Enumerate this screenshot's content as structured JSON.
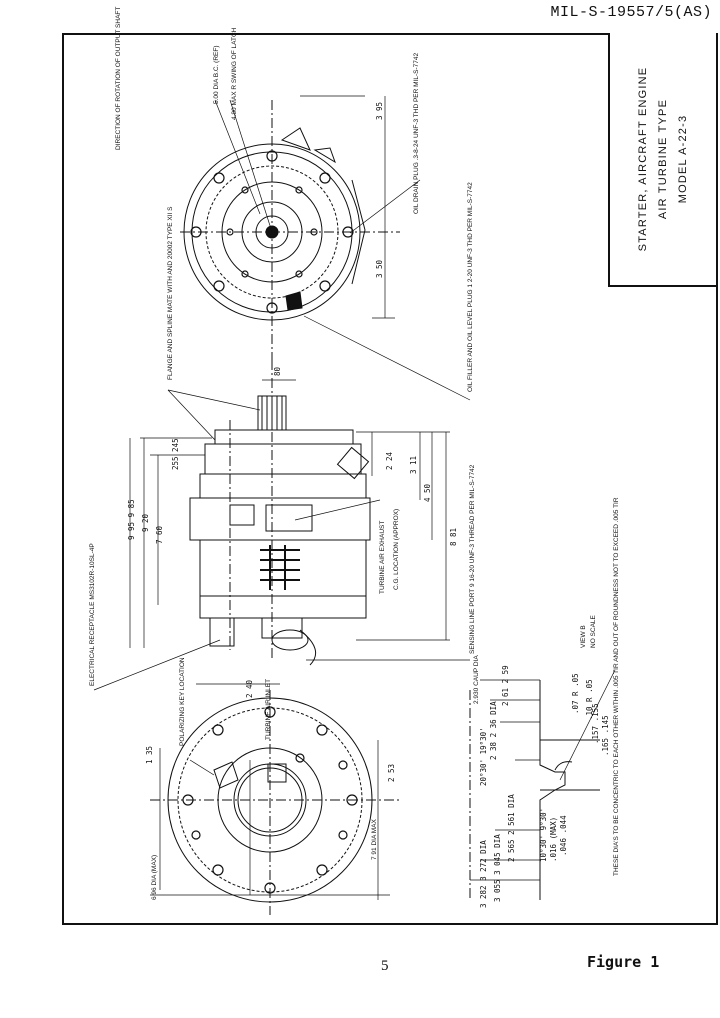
{
  "header": {
    "doc_id": "MIL-S-19557/5(AS)"
  },
  "title_block": {
    "line1": "STARTER, AIRCRAFT ENGINE",
    "line2": "AIR TURBINE TYPE",
    "line3": "MODEL A-22-3"
  },
  "callouts": {
    "rotation": "DIRECTION OF ROTATION OF OUTPUT SHAFT",
    "bc_dia": "5.00 DIA B.C. (REF)",
    "swing": "4.80 MAX R SWING OF LATCH",
    "oil_drain": "OIL DRAIN PLUG .3-8-24 UNF-3 THD PER MIL-S-7742",
    "oil_filler": "OIL FILLER AND OIL LEVEL PLUG 1 2-20 UNF-3 THD PER MIL-S-7742",
    "flange": "FLANGE AND SPLINE MATE WITH AND 20002 TYPE XII S",
    "receptacle": "ELECTRICAL RECEPTACLE MS3102R-10SL-4P",
    "exhaust": "TURBINE AIR EXHAUST",
    "cg": "C.G. LOCATION (APPROX)",
    "sensing": "SENSING LINE PORT 9 16-20 UNF-3 THREAD PER MIL-S-7742",
    "polarizing": "POLARIZING KEY LOCATION",
    "inlet": "TURBINE AIR INLET",
    "view": "VIEW B",
    "no_scale": "NO SCALE",
    "concentric": "THESE DIA'S TO BE CONCENTRIC TO EACH OTHER WITHIN .005 TIR AND OUT OF ROUNDNESS NOT TO EXCEED .005 TIR",
    "dia_max_left": "6 96 DIA (MAX)",
    "dia_max_bottom": "7 91 DIA MAX",
    "caup": "2.930 CAUP DIA"
  },
  "dims": {
    "d395": "3 95",
    "d350": "3 50",
    "d80": "80",
    "d255": "255 245",
    "d224": "2 24",
    "d311": "3 11",
    "d450": "4 50",
    "d881": "8 81",
    "d995": "9 95 9 85",
    "d920": "9 20",
    "d760": "7 60",
    "d240": "2 40",
    "d135": "1 35",
    "d253": "2 53",
    "d261": "2 61 2 59",
    "d238": "2 38 2 36 DIA",
    "d2565": "2 565 2 561 DIA",
    "d3055": "3 055 3 045 DIA",
    "d3282": "3 282 3 272 DIA",
    "ang": "20°30' 19°30'",
    "r07": ".07 R .05",
    "r10": ".10 R .05",
    "d165": ".165 .145",
    "d157": ".157 .155",
    "d046": ".046 .044",
    "d10d30": "10°30' 9°30'",
    "d016": ".016 (MAX)"
  },
  "footer": {
    "page": "5",
    "figure": "Figure 1"
  }
}
